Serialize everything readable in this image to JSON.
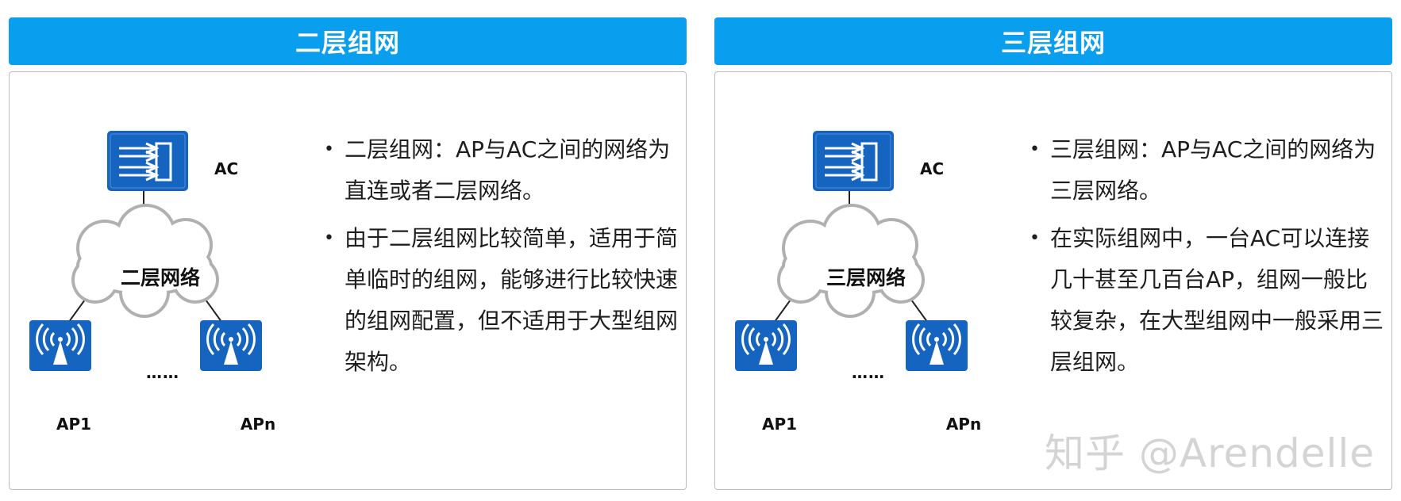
{
  "colors": {
    "header_bg": "#0a9fee",
    "device_blue": "#1565c0",
    "border": "#bdbdbd",
    "watermark": "#9a9a9a"
  },
  "panels": [
    {
      "title": "二层组网",
      "diagram": {
        "ac_label": "AC",
        "cloud_label": "二层网络",
        "ap1_label": "AP1",
        "apn_label": "APn",
        "ellipsis": "……",
        "ac_icon": "switch-ac-icon",
        "ap_icon": "wireless-ap-icon"
      },
      "bullets": [
        "二层组网：AP与AC之间的网络为直连或者二层网络。",
        "由于二层组网比较简单，适用于简单临时的组网，能够进行比较快速的组网配置，但不适用于大型组网架构。"
      ]
    },
    {
      "title": "三层组网",
      "diagram": {
        "ac_label": "AC",
        "cloud_label": "三层网络",
        "ap1_label": "AP1",
        "apn_label": "APn",
        "ellipsis": "……",
        "ac_icon": "switch-ac-icon",
        "ap_icon": "wireless-ap-icon"
      },
      "bullets": [
        "三层组网：AP与AC之间的网络为三层网络。",
        "在实际组网中，一台AC可以连接几十甚至几百台AP，组网一般比较复杂，在大型组网中一般采用三层组网。"
      ]
    }
  ],
  "watermark": "知乎 @Arendelle"
}
